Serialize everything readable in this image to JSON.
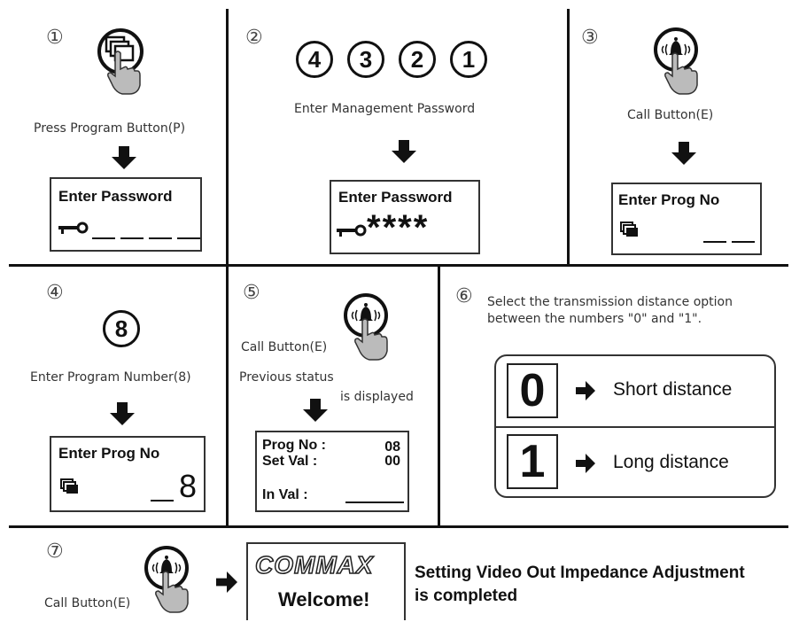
{
  "steps": {
    "s1": {
      "num": "①",
      "label": "Press Program Button(P)",
      "lcd_title": "Enter Password"
    },
    "s2": {
      "num": "②",
      "digits": [
        "4",
        "3",
        "2",
        "1"
      ],
      "label": "Enter Management Password",
      "lcd_title": "Enter Password",
      "stars": "****"
    },
    "s3": {
      "num": "③",
      "label": "Call Button(E)",
      "lcd_title": "Enter Prog  No"
    },
    "s4": {
      "num": "④",
      "digit": "8",
      "label": "Enter Program Number(8)",
      "lcd_title": "Enter Prog  No",
      "lcd_value": "8"
    },
    "s5": {
      "num": "⑤",
      "label1": "Call Button(E)",
      "label2": "Previous status",
      "label3": "is displayed",
      "prog_no_label": "Prog No :",
      "prog_no_value": "08",
      "set_val_label": "Set  Val  :",
      "set_val_value": "00",
      "in_val_label": "In Val :"
    },
    "s6": {
      "num": "⑥",
      "line1": "Select the transmission distance option",
      "line2": "between the numbers \"0\" and \"1\".",
      "options": [
        {
          "key": "0",
          "text": "Short distance"
        },
        {
          "key": "1",
          "text": "Long distance"
        }
      ]
    },
    "s7": {
      "num": "⑦",
      "label": "Call Button(E)",
      "brand": "COMMAX",
      "welcome": "Welcome!",
      "msg_line1": "Setting Video Out Impedance Adjustment",
      "msg_line2": "is completed"
    }
  },
  "icons": [
    "program-button-icon",
    "call-button-icon",
    "key-icon",
    "menu-icon",
    "arrow-down-icon",
    "arrow-right-icon",
    "hand-icon"
  ]
}
